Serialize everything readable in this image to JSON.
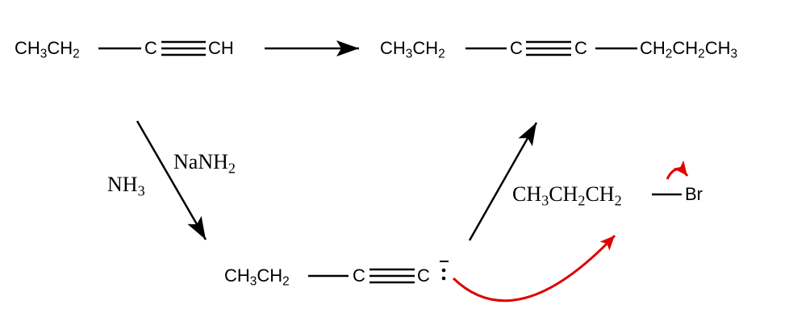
{
  "reactant": {
    "left": "CH3CH2",
    "center": "C",
    "right": "CH"
  },
  "product": {
    "left": "CH3CH2",
    "c1": "C",
    "c2": "C",
    "right": "CH2CH2CH3"
  },
  "reagents": {
    "base": "NaNH2",
    "solvent": "NH3"
  },
  "anion": {
    "left": "CH3CH2",
    "c1": "C",
    "c2": "C"
  },
  "alkyl_halide": {
    "chain": "CH3CH2CH2",
    "halogen": "Br"
  },
  "colors": {
    "bonds": "#000000",
    "curved_arrows": "#e00000"
  }
}
